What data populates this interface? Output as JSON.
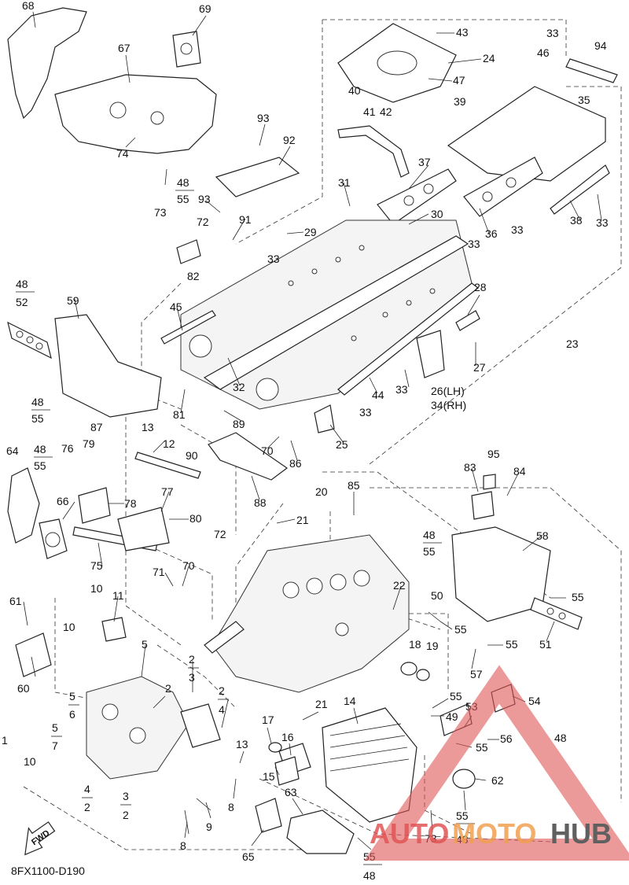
{
  "diagram": {
    "drawing_code": "8FX1100-D190",
    "fwd_marker": "FWD",
    "watermark": {
      "part1": "AUTO",
      "part2": "MOTO",
      "part3": "HUB"
    },
    "callouts": [
      {
        "id": "c68",
        "text": "68"
      },
      {
        "id": "c67",
        "text": "67"
      },
      {
        "id": "c69",
        "text": "69"
      },
      {
        "id": "c74",
        "text": "74"
      },
      {
        "id": "c73a",
        "text": "73"
      },
      {
        "id": "c48a",
        "text": "48"
      },
      {
        "id": "c55a",
        "text": "55"
      },
      {
        "id": "c93a",
        "text": "93"
      },
      {
        "id": "c92",
        "text": "92"
      },
      {
        "id": "c93b",
        "text": "93"
      },
      {
        "id": "c91",
        "text": "91"
      },
      {
        "id": "c72a",
        "text": "72"
      },
      {
        "id": "c82",
        "text": "82"
      },
      {
        "id": "c29",
        "text": "29"
      },
      {
        "id": "c33a",
        "text": "33"
      },
      {
        "id": "c43",
        "text": "43"
      },
      {
        "id": "c24",
        "text": "24"
      },
      {
        "id": "c40",
        "text": "40"
      },
      {
        "id": "c47",
        "text": "47"
      },
      {
        "id": "c41",
        "text": "41"
      },
      {
        "id": "c42",
        "text": "42"
      },
      {
        "id": "c33b",
        "text": "33"
      },
      {
        "id": "c46",
        "text": "46"
      },
      {
        "id": "c94",
        "text": "94"
      },
      {
        "id": "c39",
        "text": "39"
      },
      {
        "id": "c35",
        "text": "35"
      },
      {
        "id": "c37",
        "text": "37"
      },
      {
        "id": "c31",
        "text": "31"
      },
      {
        "id": "c30",
        "text": "30"
      },
      {
        "id": "c36",
        "text": "36"
      },
      {
        "id": "c33c",
        "text": "33"
      },
      {
        "id": "c38",
        "text": "38"
      },
      {
        "id": "c33d",
        "text": "33"
      },
      {
        "id": "c33e",
        "text": "33"
      },
      {
        "id": "c28",
        "text": "28"
      },
      {
        "id": "c23",
        "text": "23"
      },
      {
        "id": "c27",
        "text": "27"
      },
      {
        "id": "c48b",
        "text": "48"
      },
      {
        "id": "c52",
        "text": "52"
      },
      {
        "id": "c59",
        "text": "59"
      },
      {
        "id": "c45",
        "text": "45"
      },
      {
        "id": "c32",
        "text": "32"
      },
      {
        "id": "c44",
        "text": "44"
      },
      {
        "id": "c33f",
        "text": "33"
      },
      {
        "id": "c26",
        "text": "26(LH)"
      },
      {
        "id": "c34",
        "text": "34(RH)"
      },
      {
        "id": "c48c",
        "text": "48"
      },
      {
        "id": "c55b",
        "text": "55"
      },
      {
        "id": "c81",
        "text": "81"
      },
      {
        "id": "c33g",
        "text": "33"
      },
      {
        "id": "c25",
        "text": "25"
      },
      {
        "id": "c87",
        "text": "87"
      },
      {
        "id": "c13a",
        "text": "13"
      },
      {
        "id": "c89",
        "text": "89"
      },
      {
        "id": "c90",
        "text": "90"
      },
      {
        "id": "c70a",
        "text": "70"
      },
      {
        "id": "c86",
        "text": "86"
      },
      {
        "id": "c12",
        "text": "12"
      },
      {
        "id": "c64",
        "text": "64"
      },
      {
        "id": "c48d",
        "text": "48"
      },
      {
        "id": "c55c",
        "text": "55"
      },
      {
        "id": "c76",
        "text": "76"
      },
      {
        "id": "c79",
        "text": "79"
      },
      {
        "id": "c88",
        "text": "88"
      },
      {
        "id": "c95",
        "text": "95"
      },
      {
        "id": "c83",
        "text": "83"
      },
      {
        "id": "c84",
        "text": "84"
      },
      {
        "id": "c66",
        "text": "66"
      },
      {
        "id": "c78",
        "text": "78"
      },
      {
        "id": "c77",
        "text": "77"
      },
      {
        "id": "c80",
        "text": "80"
      },
      {
        "id": "c85",
        "text": "85"
      },
      {
        "id": "c20",
        "text": "20"
      },
      {
        "id": "c21a",
        "text": "21"
      },
      {
        "id": "c72b",
        "text": "72"
      },
      {
        "id": "c48e",
        "text": "48"
      },
      {
        "id": "c55d",
        "text": "55"
      },
      {
        "id": "c58",
        "text": "58"
      },
      {
        "id": "c75",
        "text": "75"
      },
      {
        "id": "c71",
        "text": "71"
      },
      {
        "id": "c70b",
        "text": "70"
      },
      {
        "id": "c22",
        "text": "22"
      },
      {
        "id": "c55e",
        "text": "55"
      },
      {
        "id": "c61",
        "text": "61"
      },
      {
        "id": "c10a",
        "text": "10"
      },
      {
        "id": "c11",
        "text": "11"
      },
      {
        "id": "c50",
        "text": "50"
      },
      {
        "id": "c55f",
        "text": "55"
      },
      {
        "id": "c51",
        "text": "51"
      },
      {
        "id": "c10b",
        "text": "10"
      },
      {
        "id": "c5a",
        "text": "5"
      },
      {
        "id": "c18",
        "text": "18"
      },
      {
        "id": "c19",
        "text": "19"
      },
      {
        "id": "c55g",
        "text": "55"
      },
      {
        "id": "c57",
        "text": "57"
      },
      {
        "id": "c60",
        "text": "60"
      },
      {
        "id": "c2a",
        "text": "2"
      },
      {
        "id": "c3a",
        "text": "3"
      },
      {
        "id": "c2b",
        "text": "2"
      },
      {
        "id": "c4a",
        "text": "4"
      },
      {
        "id": "c5b",
        "text": "5"
      },
      {
        "id": "c6",
        "text": "6"
      },
      {
        "id": "c2c",
        "text": "2"
      },
      {
        "id": "c55h",
        "text": "55"
      },
      {
        "id": "c54",
        "text": "54"
      },
      {
        "id": "c21b",
        "text": "21"
      },
      {
        "id": "c14",
        "text": "14"
      },
      {
        "id": "c53",
        "text": "53"
      },
      {
        "id": "c49",
        "text": "49"
      },
      {
        "id": "c5c",
        "text": "5"
      },
      {
        "id": "c7",
        "text": "7"
      },
      {
        "id": "c17",
        "text": "17"
      },
      {
        "id": "c16",
        "text": "16"
      },
      {
        "id": "c55i",
        "text": "55"
      },
      {
        "id": "c56",
        "text": "56"
      },
      {
        "id": "c48f",
        "text": "48"
      },
      {
        "id": "c1",
        "text": "1"
      },
      {
        "id": "c10c",
        "text": "10"
      },
      {
        "id": "c13b",
        "text": "13"
      },
      {
        "id": "c15",
        "text": "15"
      },
      {
        "id": "c62",
        "text": "62"
      },
      {
        "id": "c4b",
        "text": "4"
      },
      {
        "id": "c2d",
        "text": "2"
      },
      {
        "id": "c3b",
        "text": "3"
      },
      {
        "id": "c2e",
        "text": "2"
      },
      {
        "id": "c8a",
        "text": "8"
      },
      {
        "id": "c9",
        "text": "9"
      },
      {
        "id": "c63",
        "text": "63"
      },
      {
        "id": "c55j",
        "text": "55"
      },
      {
        "id": "c73b",
        "text": "73"
      },
      {
        "id": "c48g",
        "text": "48"
      },
      {
        "id": "c65",
        "text": "65"
      },
      {
        "id": "c8b",
        "text": "8"
      },
      {
        "id": "c55k",
        "text": "55"
      },
      {
        "id": "c48h",
        "text": "48"
      }
    ]
  },
  "colors": {
    "line": "#222222",
    "watermark_red": "#e05555",
    "watermark_orange": "#f0a050",
    "watermark_grey": "#606060"
  }
}
